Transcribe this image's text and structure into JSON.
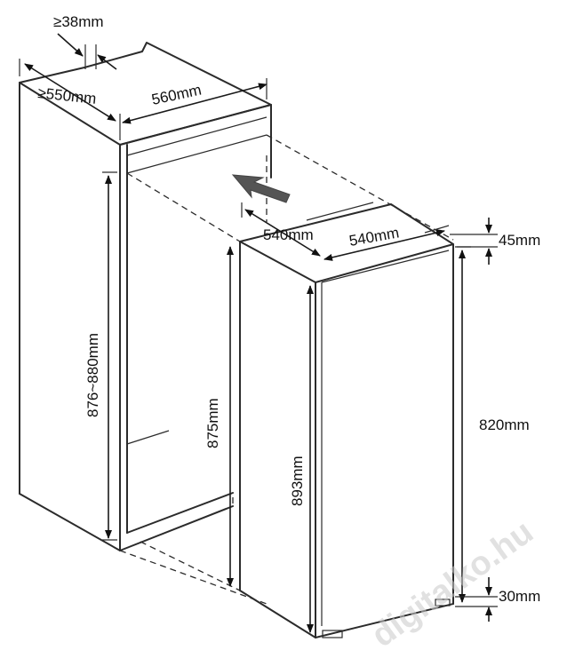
{
  "diagram": {
    "dimensions": {
      "min_rear_gap": "≥38mm",
      "min_depth": "≥550mm",
      "niche_width": "560mm",
      "niche_height": "876~880mm",
      "appliance_height_side": "875mm",
      "appliance_height_front": "893mm",
      "appliance_depth": "540mm",
      "appliance_width": "540mm",
      "top_clearance": "45mm",
      "door_height": "820mm",
      "bottom_clearance": "30mm"
    },
    "watermark": "digitalko.hu",
    "colors": {
      "lines": "#2b2b2b",
      "arrow_fill": "#555555",
      "watermark": "#c9c9c9"
    }
  }
}
